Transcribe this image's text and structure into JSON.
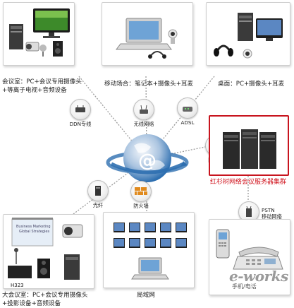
{
  "panels": {
    "meeting_room": {
      "caption_line1": "会议室：PC+会议专用摄像头",
      "caption_line2": "+等离子电视+音频设备"
    },
    "mobile": {
      "caption": "移动场合：笔记本+摄像头+耳麦"
    },
    "desktop": {
      "caption": "桌面：PC+摄像头+耳麦"
    },
    "server_cluster": {
      "caption": "红杉树网络会议服务器集群"
    },
    "large_meeting_room": {
      "caption_line1": "大会议室：PC+会议专用摄像头",
      "caption_line2": "+投影设备+音频设备",
      "device_label": "H323",
      "slide_line1": "Business Marketing",
      "slide_line2": "Global Strategies"
    },
    "lan": {
      "caption": "局域网"
    },
    "phone": {
      "watermark_main": "e-works",
      "watermark_sub": "手机/电话"
    }
  },
  "connectors": {
    "ddn": "DDN专线",
    "wireless": "无线网络",
    "adsl": "ADSL",
    "firewall_top": "防火墙",
    "fiber": "光纤",
    "firewall_bottom": "防火墙",
    "pstn_line1": "PSTN",
    "pstn_line2": "移动网络"
  },
  "colors": {
    "accent_red": "#c8141e",
    "line_gray": "#9a9a9a",
    "globe_blue": "#2e6fb0",
    "firewall_orange": "#e08a1e"
  }
}
